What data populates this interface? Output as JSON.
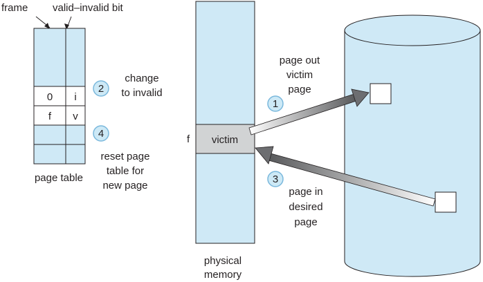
{
  "labels": {
    "frame": "frame",
    "valid_invalid_bit": "valid–invalid bit",
    "page_table": "page table",
    "physical_memory": [
      "physical",
      "memory"
    ],
    "victim": "victim",
    "f_marker": "f"
  },
  "page_table": {
    "rows": [
      {
        "frame": "0",
        "bit": "i"
      },
      {
        "frame": "f",
        "bit": "v"
      }
    ]
  },
  "steps": [
    {
      "number": "1",
      "text": [
        "page out",
        "victim",
        "page"
      ]
    },
    {
      "number": "2",
      "text": [
        "change",
        "to invalid"
      ]
    },
    {
      "number": "3",
      "text": [
        "page in",
        "desired",
        "page"
      ]
    },
    {
      "number": "4",
      "text": [
        "reset page",
        "table for",
        "new page"
      ]
    }
  ],
  "colors": {
    "fill_light_blue": "#cfe9f6",
    "victim_gray": "#d1d3d4",
    "step_circle_fill": "#cde9f6",
    "step_circle_stroke": "#7ab8dc",
    "arrow_gray": "#6d6e71",
    "outline": "#231f20"
  }
}
